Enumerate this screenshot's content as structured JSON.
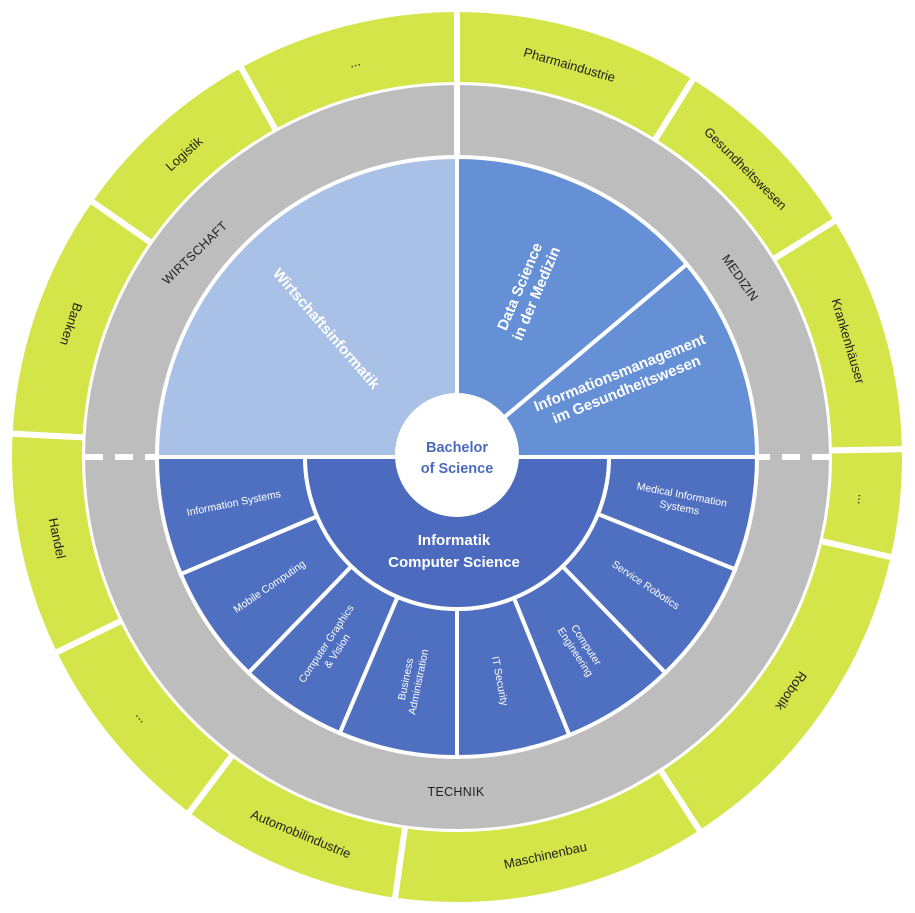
{
  "colors": {
    "outer_ring": "#d4e54a",
    "grey_band": "#bdbdbd",
    "wirtschaft_sector": "#a9c1e7",
    "medizin_sector": "#6690d5",
    "technik_sector": "#4f6fc0",
    "core": "#4c6bbe",
    "center_text": "#4c6bbe",
    "separator": "#ffffff"
  },
  "center": {
    "line1": "Bachelor",
    "line2": "of Science"
  },
  "core": {
    "line1": "Informatik",
    "line2": "Computer Science"
  },
  "bands": {
    "wirtschaft": "WIRTSCHAFT",
    "medizin": "MEDIZIN",
    "technik": "TECHNIK"
  },
  "wirtschaft_program": "Wirtschaftsinformatik",
  "medizin_programs": [
    {
      "line1": "Data Science",
      "line2": "in der Medizin"
    },
    {
      "line1": "Informationsmanagement",
      "line2": "im Gesundheitswesen"
    }
  ],
  "technik_specializations": [
    {
      "lines": [
        "Information Systems"
      ]
    },
    {
      "lines": [
        "Mobile Computing"
      ]
    },
    {
      "lines": [
        "Computer Graphics",
        "& Vision"
      ]
    },
    {
      "lines": [
        "Business",
        "Administration"
      ]
    },
    {
      "lines": [
        "IT Security"
      ]
    },
    {
      "lines": [
        "Computer",
        "Engineering"
      ]
    },
    {
      "lines": [
        "Service Robotics"
      ]
    },
    {
      "lines": [
        "Medical Information",
        "Systems"
      ]
    }
  ],
  "industries": [
    "Pharmaindustrie",
    "Gesundheitswesen",
    "Krankenhäuser",
    "...",
    "Robotik",
    "Maschinenbau",
    "Automobilindustrie",
    "...",
    "Handel",
    "Banken",
    "Logistik",
    "..."
  ]
}
